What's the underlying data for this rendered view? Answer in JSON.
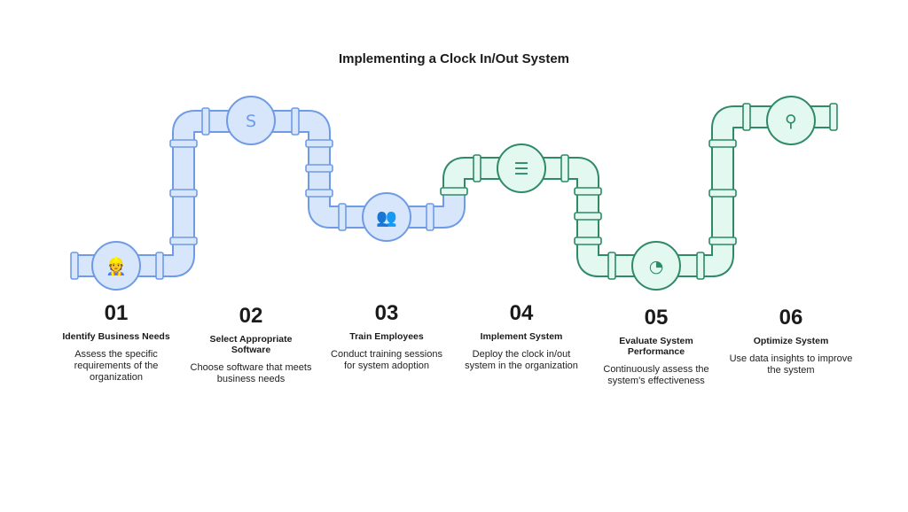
{
  "title": "Implementing a Clock In/Out System",
  "colors": {
    "blue_stroke": "#6f9be6",
    "blue_fill": "#d8e6fb",
    "green_stroke": "#2f8a66",
    "green_fill": "#e2f8f1"
  },
  "steps": [
    {
      "number": "01",
      "title": "Identify Business Needs",
      "description": "Assess the specific requirements of the organization",
      "icon": "worker-clipboard-icon"
    },
    {
      "number": "02",
      "title": "Select Appropriate Software",
      "description": "Choose software that meets business needs",
      "icon": "sharepoint-icon"
    },
    {
      "number": "03",
      "title": "Train Employees",
      "description": "Conduct training sessions for system adoption",
      "icon": "presentation-training-icon"
    },
    {
      "number": "04",
      "title": "Implement System",
      "description": "Deploy the clock in/out system in the organization",
      "icon": "server-clock-icon"
    },
    {
      "number": "05",
      "title": "Evaluate System Performance",
      "description": "Continuously assess the system's effectiveness",
      "icon": "gauge-icon"
    },
    {
      "number": "06",
      "title": "Optimize System",
      "description": "Use data insights to improve the system",
      "icon": "funnel-network-icon"
    }
  ]
}
